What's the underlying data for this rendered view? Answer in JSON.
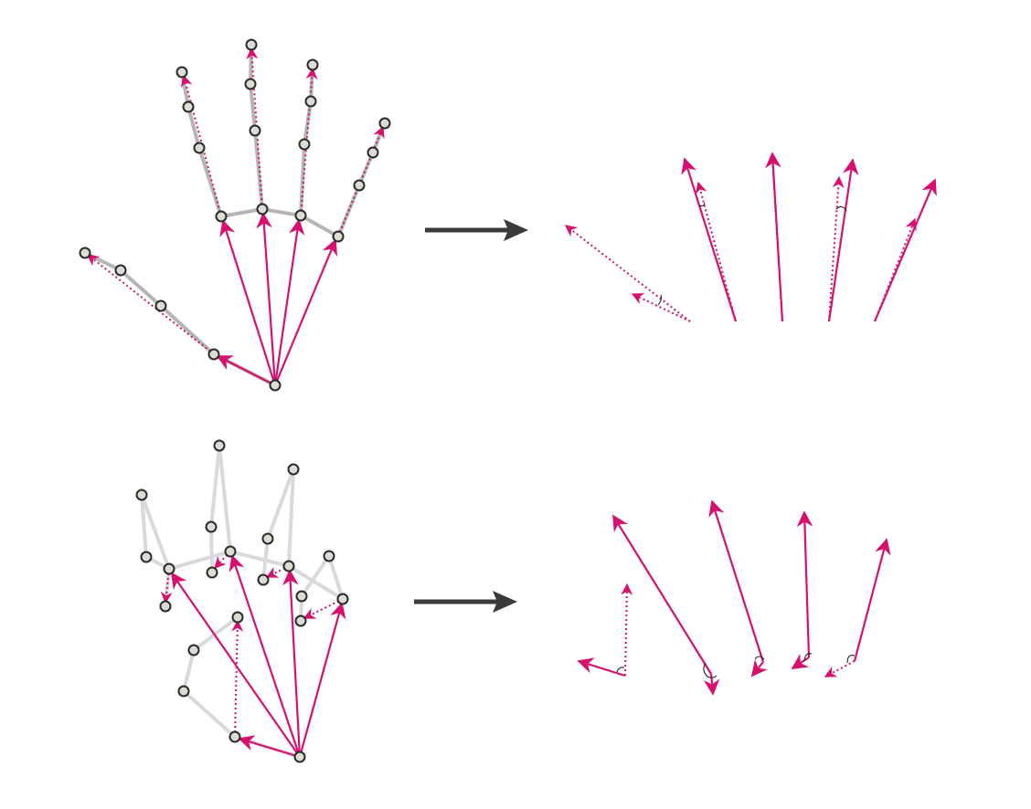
{
  "figure": {
    "description_free": true,
    "colors": {
      "vector": "#d6106e",
      "bone_open": "#b5b5b5",
      "bone_curled": "#d9d9d9",
      "joint_fill": "#dcdcd4",
      "joint_stroke": "#2a2a2a",
      "arrow": "#3a3a3a"
    },
    "icons": [
      "hand-skeleton-open",
      "hand-skeleton-curled",
      "transform-arrow",
      "normalized-vector-fan"
    ]
  }
}
